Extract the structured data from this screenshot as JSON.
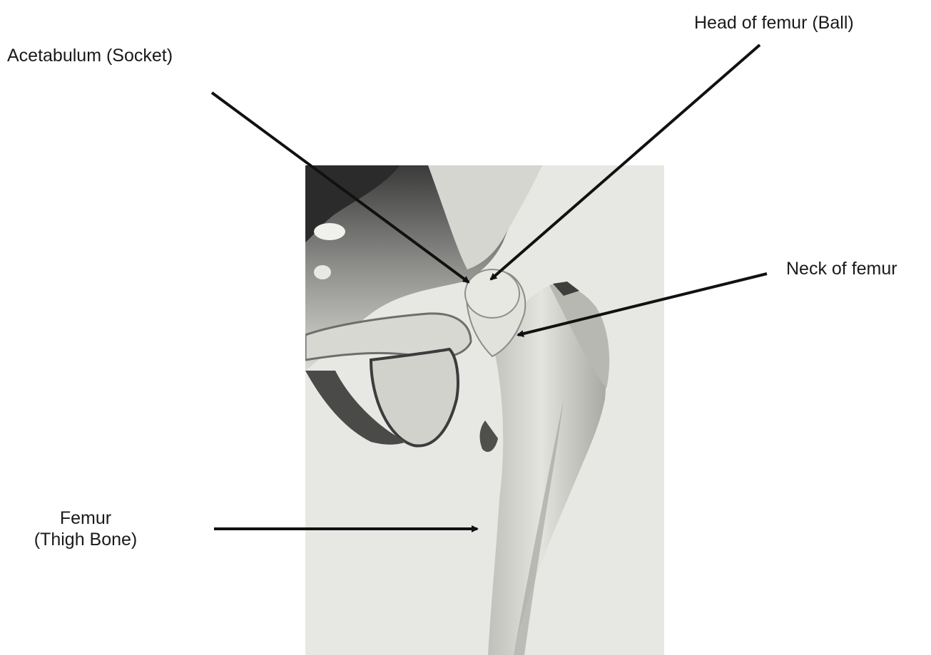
{
  "labels": {
    "acetabulum": "Acetabulum (Socket)",
    "head_of_femur": "Head of femur (Ball)",
    "neck_of_femur": "Neck of femur",
    "femur_line1": "Femur",
    "femur_line2": "(Thigh Bone)"
  },
  "colors": {
    "background": "#ffffff",
    "photo_background": "#e7e8e4",
    "bone": "#dcdcd6",
    "arrow": "#111111"
  }
}
